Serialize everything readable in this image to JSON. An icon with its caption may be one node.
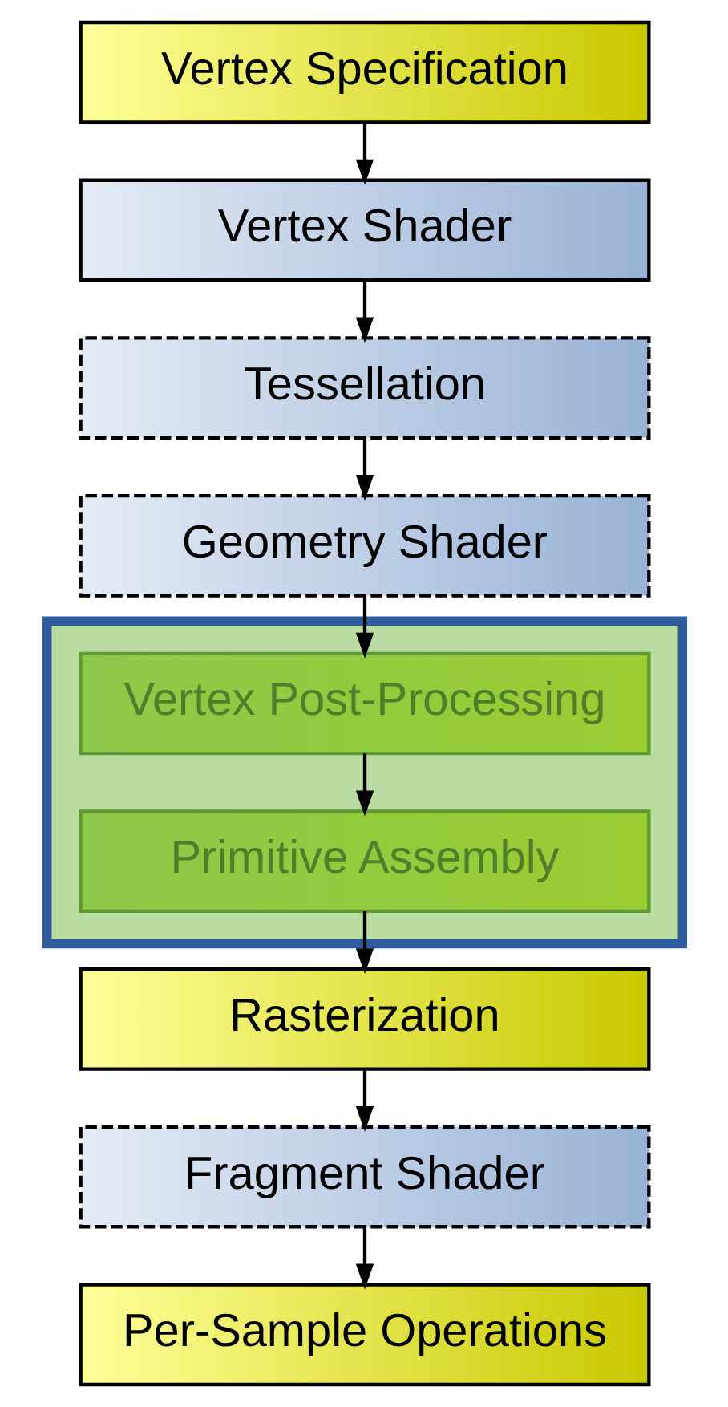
{
  "diagram": {
    "nodes": [
      {
        "text": [
          "Vertex Specification"
        ]
      },
      {
        "text": [
          "Vertex Shader"
        ]
      },
      {
        "text": [
          "Tessellation"
        ]
      },
      {
        "text": [
          "Geometry Shader"
        ]
      },
      {
        "text": [],
        "shape": "box"
      },
      {
        "text": [
          "Vertex Post-Processing"
        ],
        "in": 4
      },
      {
        "text": [
          "Primitive Assembly"
        ],
        "in": 4
      },
      {
        "text": [
          "Rasterization"
        ]
      },
      {
        "text": [
          "Fragment Shader"
        ]
      },
      {
        "text": [
          "Per-Sample Operations"
        ]
      }
    ],
    "edges": [
      {
        "from": 0,
        "to": 1,
        "arrow": "to"
      },
      {
        "from": 1,
        "to": 2,
        "arrow": "to"
      },
      {
        "from": 2,
        "to": 3,
        "arrow": "to"
      },
      {
        "from": 3,
        "to": 5,
        "arrow": "to"
      },
      {
        "from": 5,
        "to": 6,
        "arrow": "to"
      },
      {
        "from": 6,
        "to": 7,
        "arrow": "to"
      },
      {
        "from": 7,
        "to": 8,
        "arrow": "to"
      },
      {
        "from": 8,
        "to": 9,
        "arrow": "to"
      }
    ]
  }
}
